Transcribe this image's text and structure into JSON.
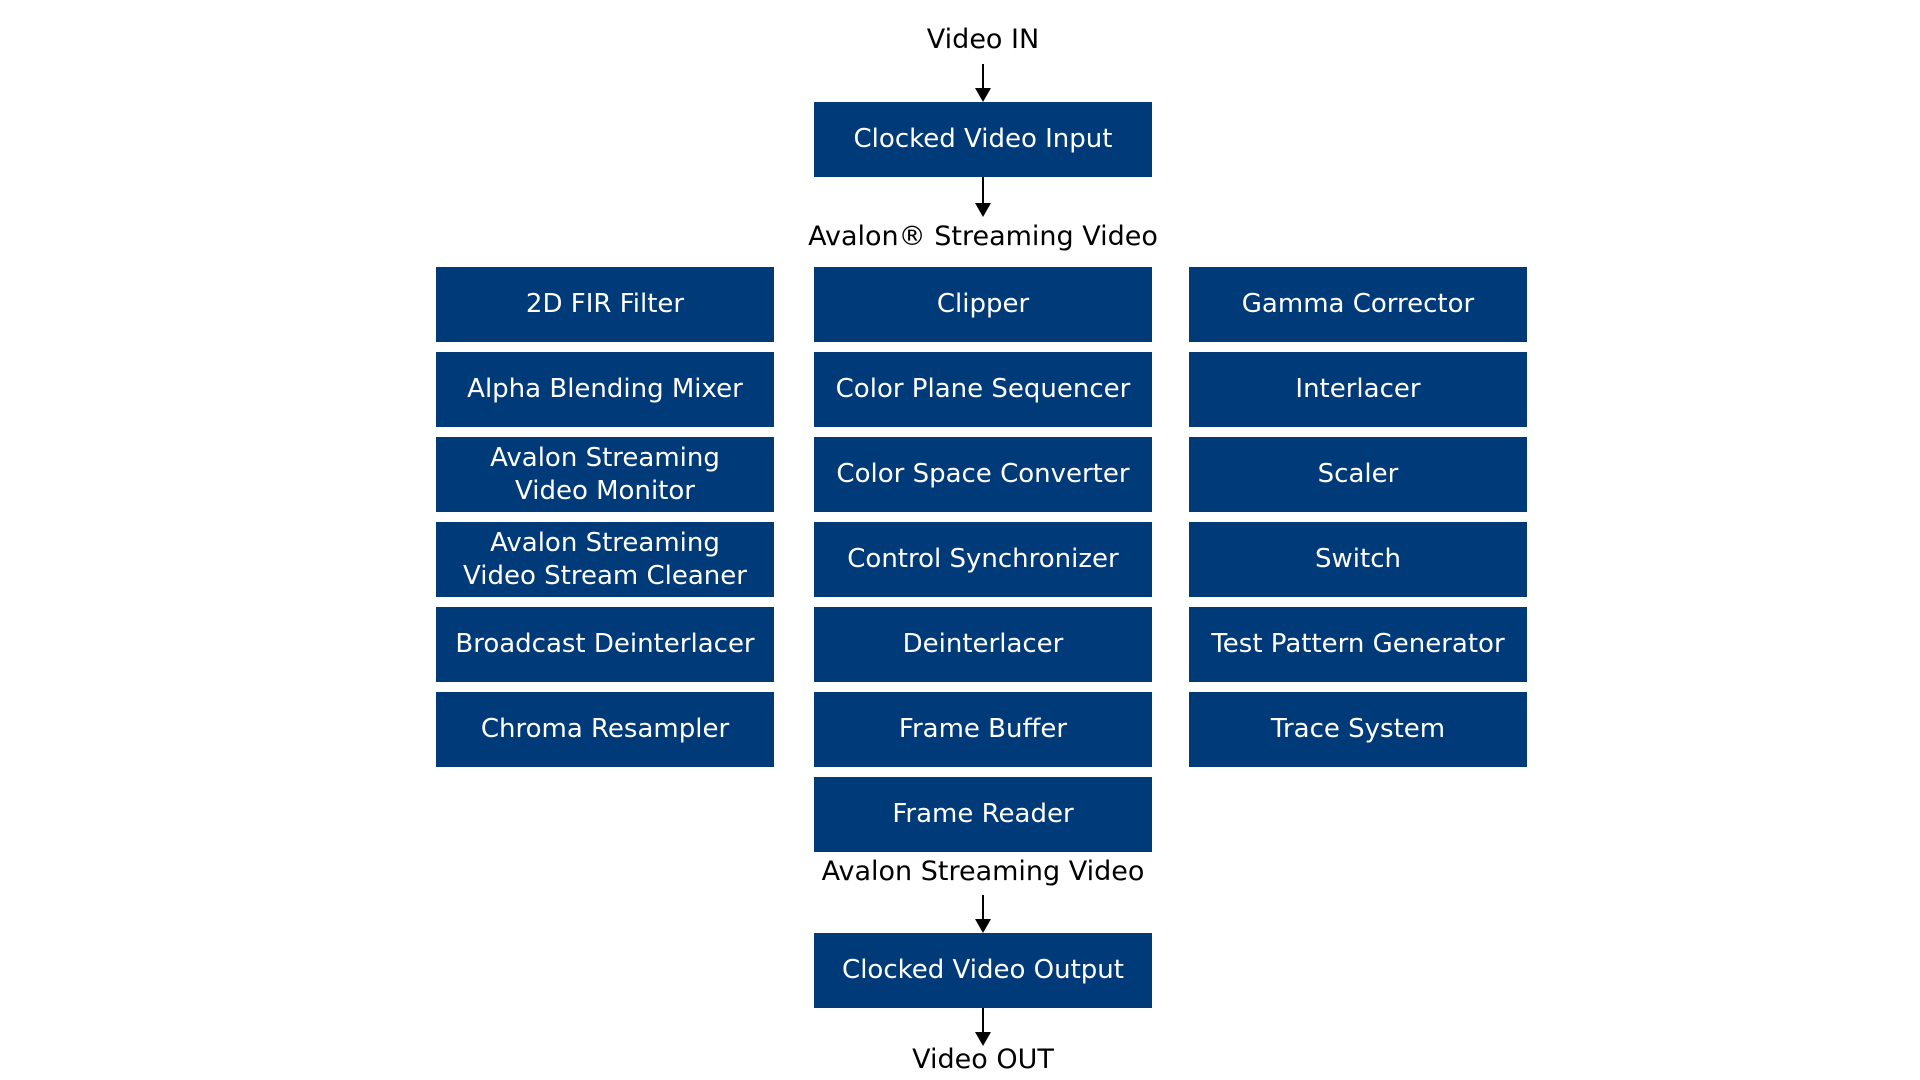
{
  "colors": {
    "block_fill": "#003a78",
    "block_text": "#ffffff",
    "label_text": "#000000"
  },
  "labels": {
    "video_in": "Video IN",
    "avalon_in": "Avalon® Streaming Video",
    "avalon_out": "Avalon Streaming Video",
    "video_out": "Video OUT"
  },
  "pipeline": {
    "input_block": "Clocked Video Input",
    "output_block": "Clocked Video Output"
  },
  "columns": {
    "left": [
      "2D FIR Filter",
      "Alpha Blending Mixer",
      "Avalon Streaming\nVideo Monitor",
      "Avalon Streaming\nVideo Stream Cleaner",
      "Broadcast Deinterlacer",
      "Chroma Resampler"
    ],
    "center": [
      "Clipper",
      "Color Plane Sequencer",
      "Color Space Converter",
      "Control Synchronizer",
      "Deinterlacer",
      "Frame Buffer",
      "Frame Reader"
    ],
    "right": [
      "Gamma Corrector",
      "Interlacer",
      "Scaler",
      "Switch",
      "Test Pattern Generator",
      "Trace System"
    ]
  }
}
